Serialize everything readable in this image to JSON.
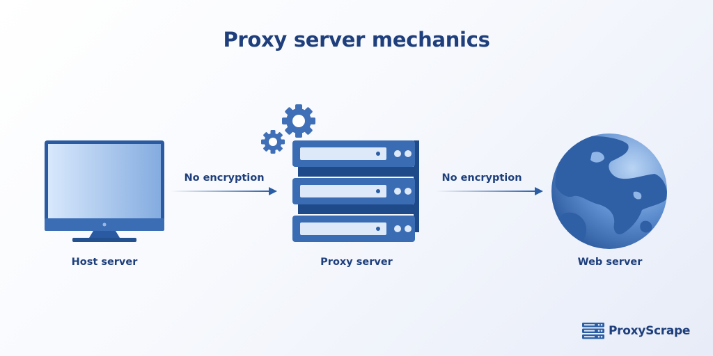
{
  "title": "Proxy server mechanics",
  "nodes": {
    "host": "Host server",
    "proxy": "Proxy server",
    "web": "Web server"
  },
  "edges": {
    "host_to_proxy": "No encryption",
    "proxy_to_web": "No encryption"
  },
  "brand": {
    "name": "ProxyScrape"
  },
  "colors": {
    "title": "#1e3f7c",
    "primary": "#2b5da5",
    "accent": "#4a7bc4",
    "screen_light": "#d5e6fb",
    "screen_dark": "#86b0e2"
  }
}
